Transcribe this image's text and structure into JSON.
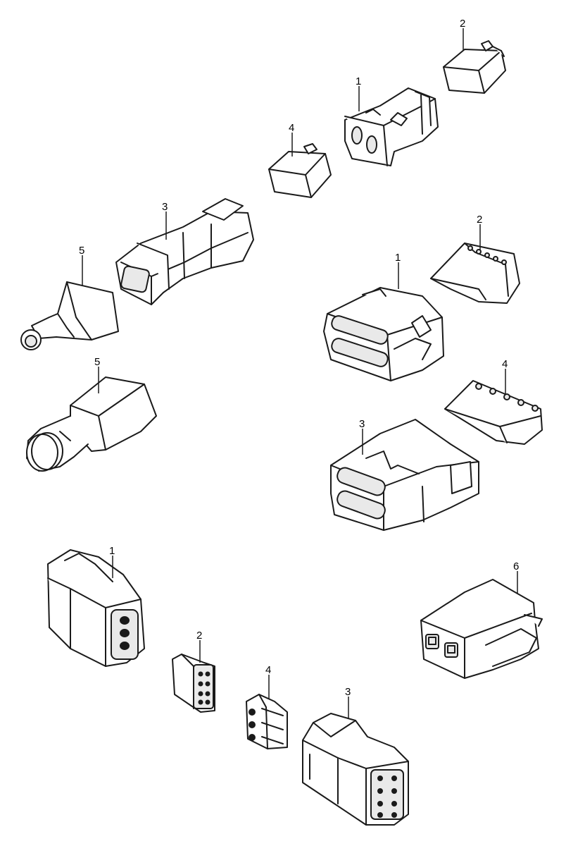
{
  "callouts": [
    {
      "id": "g1-1",
      "label": "1"
    },
    {
      "id": "g1-2",
      "label": "2"
    },
    {
      "id": "g1-3",
      "label": "3"
    },
    {
      "id": "g1-4",
      "label": "4"
    },
    {
      "id": "g1-5a",
      "label": "5"
    },
    {
      "id": "g1-5b",
      "label": "5"
    },
    {
      "id": "g2-1",
      "label": "1"
    },
    {
      "id": "g2-2",
      "label": "2"
    },
    {
      "id": "g2-3",
      "label": "3"
    },
    {
      "id": "g2-4",
      "label": "4"
    },
    {
      "id": "g3-1",
      "label": "1"
    },
    {
      "id": "g3-2",
      "label": "2"
    },
    {
      "id": "g3-3",
      "label": "3"
    },
    {
      "id": "g3-4",
      "label": "4"
    },
    {
      "id": "g3-6",
      "label": "6"
    }
  ],
  "colors": {
    "line": "#1a1a1a",
    "background": "#ffffff"
  }
}
